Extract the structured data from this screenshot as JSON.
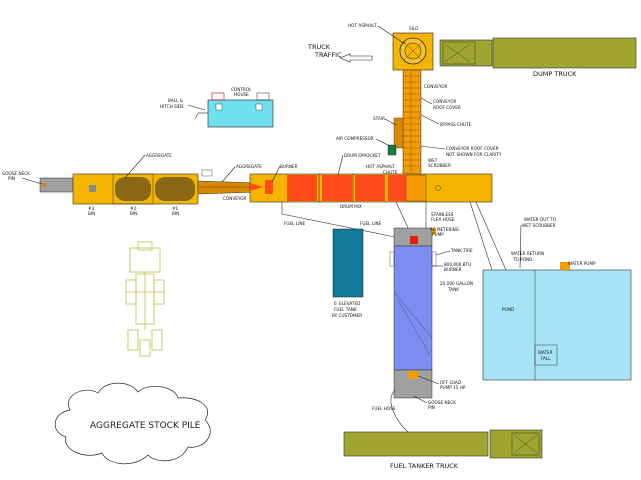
{
  "labels": {
    "hot_asphalt_top": "HOT ASPHALT",
    "silo": "SILO",
    "truck_traffic_1": "TRUCK",
    "truck_traffic_2": "TRAFFIC",
    "dump_truck": "DUMP TRUCK",
    "conveyor_silo": "CONVEYOR",
    "conveyor_roof_1": "CONVEYOR",
    "conveyor_roof_2": "ROOF COVER",
    "stair": "STAIR",
    "bypass_chute": "BYPASS CHUTE",
    "air_compressor": "AIR COMPRESSOR",
    "conveyor_cover_note_1": "CONVEYOR ROOF COVER",
    "conveyor_cover_note_2": "NOT SHOWN FOR CLARITY",
    "wet_scrubber_1": "WET",
    "wet_scrubber_2": "SCRUBBER",
    "ball_hitch_1": "BALL &",
    "ball_hitch_2": "HITCH SIDE",
    "control_house_1": "CONTROL",
    "control_house_2": "HOUSE",
    "goose_neck_pin_1": "GOOSE NECK",
    "goose_neck_pin_2": "PIN",
    "aggregate_bins": "AGGREGATE",
    "aggregate_conveyor": "AGGREGATE",
    "bin_3_1": "#3",
    "bin_3_2": "BIN",
    "bin_2_1": "#2",
    "bin_2_2": "BIN",
    "bin_1_1": "#1",
    "bin_1_2": "BIN",
    "conveyor_main": "CONVEYOR",
    "burner": "BURNER",
    "drum_sprocket": "DRUM SPROCKET",
    "hot_asphalt_chute_1": "HOT ASPHALT",
    "hot_asphalt_chute_2": "CHUTE",
    "drum_mix": "DRUM MIX",
    "fuel_line_1": "FUEL LINE",
    "fuel_line_2": "FUEL LINE",
    "stainless_flex_1": "STAINLESS",
    "stainless_flex_2": "FLEX HOSE",
    "metering_pump_1": "AC METERING",
    "metering_pump_2": "PUMP",
    "tank_tire": "TANK TIRE",
    "btu_burner_1": "800,000 BTU",
    "btu_burner_2": "BURNER",
    "gallon_tank_1": "20,000 GALLON",
    "gallon_tank_2": "TANK",
    "water_out_1": "WATER OUT TO",
    "water_out_2": "WET SCRUBBER",
    "water_return_1": "WATER RETURN",
    "water_return_2": "TO POND",
    "water_pump": "WATER PUMP",
    "pond": "POND",
    "water_fall_1": "WATER",
    "water_fall_2": "FALL",
    "elevated_tank_1": "6' ELEVATED",
    "elevated_tank_2": "FUEL TANK",
    "elevated_tank_3": "BY CUSTOMER",
    "offload_pump_1": "OFF LOAD",
    "offload_pump_2": "PUMP 15 HP",
    "goose_neck_pin_b_1": "GOOSE NECK",
    "goose_neck_pin_b_2": "PIN",
    "fuel_hose": "FUEL HOSE",
    "aggregate_stock_pile": "AGGREGATE STOCK PILE",
    "fuel_tanker_truck": "FUEL TANKER TRUCK"
  },
  "colors": {
    "bin_frame": "#F5B400",
    "bin_fill": "#8B6914",
    "drum_red": "#FF4A1C",
    "silo_yellow": "#F5B400",
    "conveyor_orange": "#F59B00",
    "tank_blue": "#7B8DF0",
    "elevated_tank": "#117A9C",
    "pond_fill": "#A8E4F7",
    "truck_olive": "#9FA52E",
    "control_house": "#6FE0F0",
    "air_compressor": "#1C7A3A",
    "gray_gooseneck": "#A0A0A0",
    "tractor_outline": "#BFC04A"
  }
}
